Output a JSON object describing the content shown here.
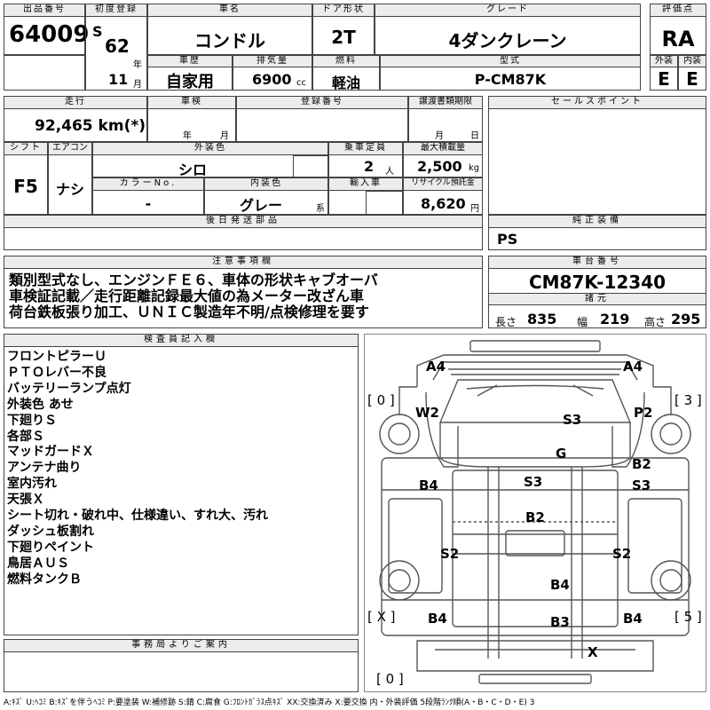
{
  "header": {
    "lot_no_label": "出品番号",
    "lot_no": "64009",
    "first_reg_label": "初度登録",
    "era": "S",
    "year": "62",
    "year_unit": "年",
    "month": "11",
    "month_unit": "月",
    "car_name_label": "車名",
    "car_name": "コンドル",
    "door_label": "ドア形状",
    "door": "2T",
    "grade_label": "グレード",
    "grade": "4ダンクレーン",
    "score_label": "評価点",
    "score": "RA",
    "history_label": "車歴",
    "history": "自家用",
    "displacement_label": "排気量",
    "displacement": "6900",
    "displacement_unit": "cc",
    "fuel_label": "燃料",
    "fuel": "軽油",
    "model_label": "型式",
    "model": "P-CM87K",
    "ext_label": "外装",
    "ext": "E",
    "int_label": "内装",
    "int": "E"
  },
  "row2": {
    "mileage_label": "走行",
    "mileage": "92,465 km(*)",
    "inspection_label": "車検",
    "insp_year_unit": "年",
    "insp_month_unit": "月",
    "reg_no_label": "登録番号",
    "transfer_label": "譲渡書類期限",
    "transfer_month_unit": "月",
    "transfer_day_unit": "日",
    "shift_label": "シフト",
    "shift": "F5",
    "ac_label": "エアコン",
    "ac": "ナシ",
    "ext_color_label": "外装色",
    "ext_color": "シロ",
    "capacity_label": "乗車定員",
    "capacity": "2",
    "capacity_unit": "人",
    "max_load_label": "最大積載量",
    "max_load": "2,500",
    "max_load_unit": "kg",
    "color_no_label": "カラーNo.",
    "color_no": "-",
    "int_color_label": "内装色",
    "int_color": "グレー",
    "int_color_unit": "系",
    "import_label": "輸入車",
    "recycle_label": "リサイクル預託金",
    "recycle": "8,620",
    "recycle_unit": "円",
    "later_parts_label": "後日発送部品"
  },
  "sales_points_label": "セールスポイント",
  "genuine_label": "純正装備",
  "genuine": "PS",
  "notes_label": "注意事項欄",
  "notes": [
    "類別型式なし、エンジンＦＥ６、車体の形状キャブオーバ",
    "車検証記載／走行距離記録最大値の為メーター改ざん車",
    "荷台鉄板張り加工、ＵＮＩＣ製造年不明/点検修理を要す"
  ],
  "chassis_label": "車台番号",
  "chassis": "CM87K-12340",
  "dims_label": "諸元",
  "length_label": "長さ",
  "length": "835",
  "width_label": "幅",
  "width": "219",
  "height_label": "高さ",
  "height": "295",
  "inspector_label": "検査員記入欄",
  "inspector_items": [
    "フロントピラーＵ",
    "ＰＴＯレバー不良",
    "バッテリーランプ点灯",
    "外装色 あせ",
    "下廻りＳ",
    "各部Ｓ",
    "マッドガードＸ",
    "アンテナ曲り",
    "室内汚れ",
    "天張Ｘ",
    "シート切れ・破れ中、仕様違い、すれ大、汚れ",
    "ダッシュ板割れ",
    "下廻りペイント",
    "鳥居ＡＵＳ",
    "燃料タンクＢ"
  ],
  "office_label": "事務局よりご案内",
  "legend": "A:ｷｽﾞ U:ﾍｺﾐ B:ｷｽﾞを伴うﾍｺﾐ P:要塗装 W:補修跡 S:錆 C:腐食 G:ﾌﾛﾝﾄｶﾞﾗｽ点ｷｽﾞ XX:交換済み X:要交換 内・外装評価 5段階ﾗﾝｸ順(A・B・C・D・E) 3",
  "diagram": {
    "bracket_fl": "[ 0 ]",
    "bracket_fr": "[ 3 ]",
    "bracket_rl": "[ X ]",
    "bracket_rr": "[ 5 ]",
    "bracket_rear": "[ 0 ]",
    "marks": {
      "a4_left": "A4",
      "a4_right": "A4",
      "w2": "W2",
      "s3_top": "S3",
      "p2": "P2",
      "g": "G",
      "b4_left_mid": "B4",
      "s3_mid": "S3",
      "b2_right": "B2",
      "s3_right": "S3",
      "b2_center": "B2",
      "s2_left": "S2",
      "s2_right": "S2",
      "b4_center": "B4",
      "b4_rl": "B4",
      "b3": "B3",
      "b4_rr": "B4",
      "x_rear": "X"
    }
  }
}
